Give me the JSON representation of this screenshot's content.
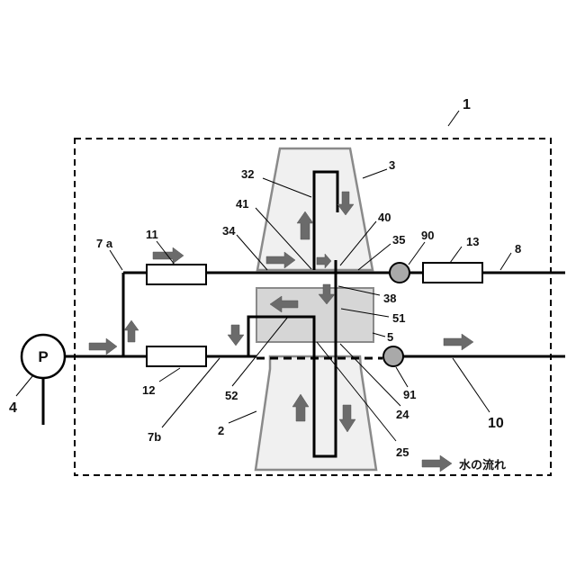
{
  "labels": {
    "n1": "1",
    "n2": "2",
    "n3": "3",
    "n4": "4",
    "n5": "5",
    "n7a": "7 a",
    "n7b": "7b",
    "n8": "8",
    "n10": "10",
    "n11": "11",
    "n12": "12",
    "n13": "13",
    "n24": "24",
    "n25": "25",
    "n32": "32",
    "n34": "34",
    "n35": "35",
    "n38": "38",
    "n40": "40",
    "n41": "41",
    "n51": "51",
    "n52": "52",
    "n90": "90",
    "n91": "91"
  },
  "pump": {
    "symbol": "P"
  },
  "legend": {
    "text": "水の流れ"
  },
  "colors": {
    "housing_fill": "#f0f0f0",
    "housing_stroke": "#8a8a8a",
    "mid_block_fill": "#d6d6d6",
    "arrow_fill": "#6b6b6b",
    "valve_fill": "#a9a9a9",
    "line": "#000000"
  }
}
